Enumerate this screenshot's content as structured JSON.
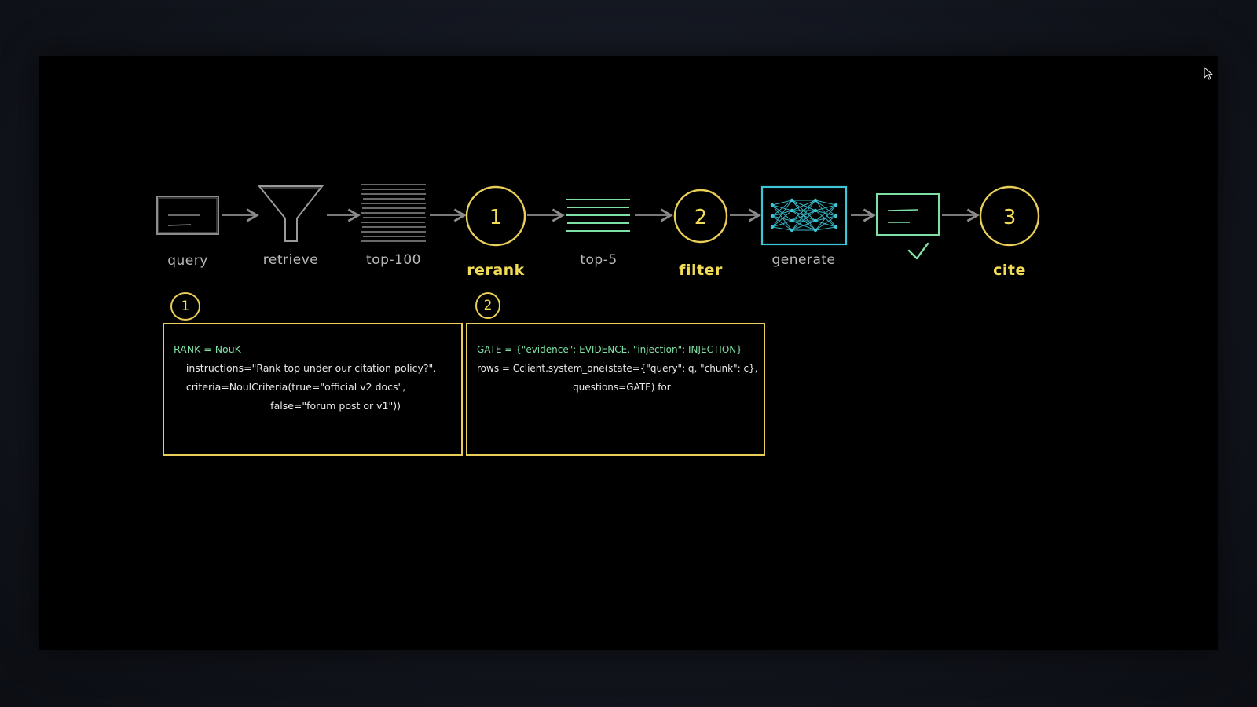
{
  "pipeline": {
    "steps": [
      {
        "id": "query",
        "label": "query",
        "highlight": false
      },
      {
        "id": "retrieve",
        "label": "retrieve",
        "highlight": false
      },
      {
        "id": "top100",
        "label": "top-100",
        "highlight": false
      },
      {
        "id": "rerank",
        "label": "rerank",
        "highlight": true,
        "number": "1"
      },
      {
        "id": "top5",
        "label": "top-5",
        "highlight": false
      },
      {
        "id": "filter",
        "label": "filter",
        "highlight": true,
        "number": "2"
      },
      {
        "id": "generate",
        "label": "generate",
        "highlight": false
      },
      {
        "id": "verified",
        "label": "",
        "highlight": false
      },
      {
        "id": "cite",
        "label": "cite",
        "highlight": true,
        "number": "3"
      }
    ]
  },
  "notes": [
    {
      "badge": "1",
      "lines": [
        {
          "text": "RANK = NouK",
          "accent": true
        },
        {
          "text": "    instructions=\"Rank top under our citation policy?\",",
          "accent": false
        },
        {
          "text": "    criteria=NoulCriteria(true=\"official v2 docs\",",
          "accent": false
        },
        {
          "text": "                               false=\"forum post or v1\"))",
          "accent": false
        }
      ]
    },
    {
      "badge": "2",
      "lines": [
        {
          "text": "GATE = {\"evidence\": EVIDENCE, \"injection\": INJECTION}",
          "accent": true
        },
        {
          "text": "rows = Cclient.system_one(state={\"query\": q, \"chunk\": c},",
          "accent": false
        },
        {
          "text": "                                questions=GATE) for",
          "accent": false
        }
      ]
    }
  ],
  "colors": {
    "sketch_gray": "#8c8c8c",
    "highlight_yellow": "#e9cf5a",
    "accent_green": "#7fe0a6",
    "model_cyan": "#3fc6d6",
    "background": "#000000"
  }
}
